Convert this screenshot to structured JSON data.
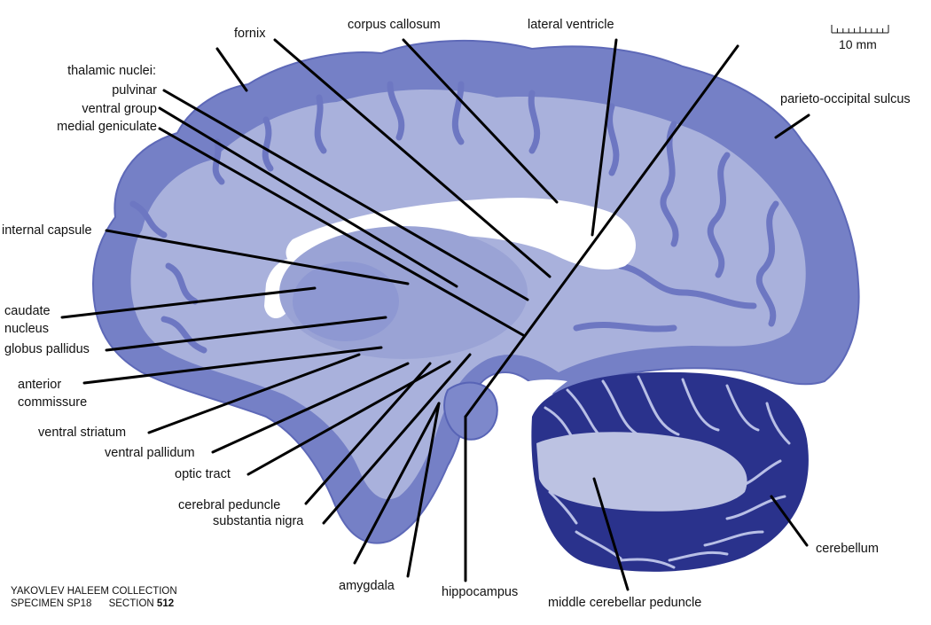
{
  "specimen": {
    "collection": "YAKOVLEV HALEEM COLLECTION",
    "specimen_prefix": "SPECIMEN",
    "specimen_id": "SP18",
    "section_prefix": "SECTION",
    "section_number": "512"
  },
  "scale_bar": {
    "label": "10 mm"
  },
  "labels": {
    "fornix": "fornix",
    "corpus_callosum": "corpus callosum",
    "lateral_ventricle": "lateral ventricle",
    "parieto_occipital_sulcus": "parieto-occipital sulcus",
    "thalamic_nuclei": "thalamic nuclei:",
    "pulvinar": "pulvinar",
    "ventral_group": "ventral group",
    "medial_geniculate": "medial geniculate",
    "internal_capsule": "internal capsule",
    "caudate_line1": "caudate",
    "caudate_line2": "nucleus",
    "globus_pallidus": "globus pallidus",
    "anterior_commissure_line1": "anterior",
    "anterior_commissure_line2": "commissure",
    "ventral_striatum": "ventral striatum",
    "ventral_pallidum": "ventral pallidum",
    "optic_tract": "optic tract",
    "cerebral_peduncle": "cerebral peduncle",
    "substantia_nigra": "substantia nigra",
    "amygdala": "amygdala",
    "hippocampus": "hippocampus",
    "middle_cerebellar_peduncle": "middle cerebellar peduncle",
    "cerebellum": "cerebellum"
  },
  "colors": {
    "tissue_light": "#a9b1dc",
    "tissue_mid": "#8e98d2",
    "cortex_dark": "#6d77c2",
    "cerebellum_dark": "#2a328c",
    "white_matter": "#bcc2e2",
    "leader_line": "#000000"
  }
}
